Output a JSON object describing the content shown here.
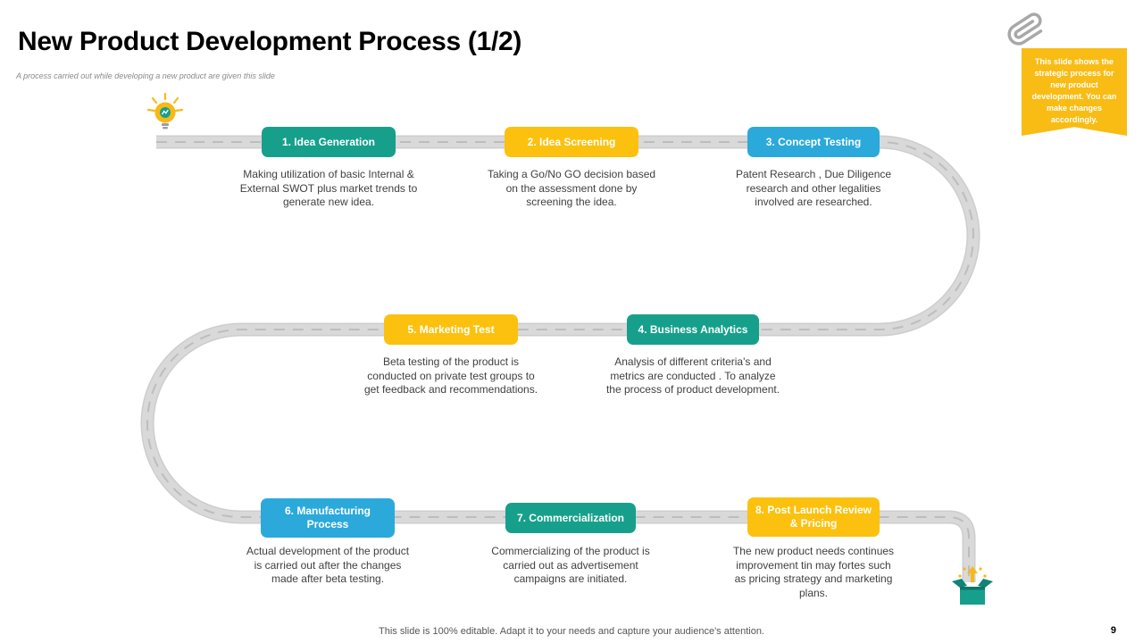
{
  "slide": {
    "title": "New Product Development Process (1/2)",
    "subtitle": "A process carried out while developing a new product are given this slide",
    "footer": "This slide is  100% editable.  Adapt it  to your needs and capture your audience's attention.",
    "page_number": "9"
  },
  "note": {
    "text": "This slide shows the strategic process for new product development. You can make changes accordingly."
  },
  "icons": {
    "top_right": "paperclip-icon",
    "process_start": "lightbulb-icon",
    "process_end": "gift-box-icon"
  },
  "colors": {
    "teal": "#16A08C",
    "yellow": "#FCC10F",
    "blue": "#2BA9DB",
    "road": "#D9D9D9",
    "note_background": "#F8BC15"
  },
  "steps": [
    {
      "label": "1. Idea Generation",
      "color": "teal",
      "description": "Making utilization of basic Internal & External SWOT plus market trends to generate  new idea."
    },
    {
      "label": "2. Idea Screening",
      "color": "yellow",
      "description": "Taking a Go/No GO decision based on the assessment done by screening the idea."
    },
    {
      "label": "3. Concept Testing",
      "color": "blue",
      "description": "Patent Research , Due Diligence research and other legalities involved are researched."
    },
    {
      "label": "4. Business Analytics",
      "color": "teal",
      "description": "Analysis of different criteria's and metrics are conducted . To analyze the process of product development."
    },
    {
      "label": "5. Marketing Test",
      "color": "yellow",
      "description": "Beta testing of the product is conducted on private test groups to get feedback and recommendations."
    },
    {
      "label": "6. Manufacturing Process",
      "color": "blue",
      "description": "Actual development of the product is carried out after the changes made after beta testing."
    },
    {
      "label": "7. Commercialization",
      "color": "teal",
      "description": "Commercializing of the product is carried out as advertisement campaigns are initiated."
    },
    {
      "label": "8. Post Launch Review & Pricing",
      "color": "yellow",
      "description": "The new product needs continues improvement tin may fortes such as pricing strategy and marketing plans."
    }
  ]
}
